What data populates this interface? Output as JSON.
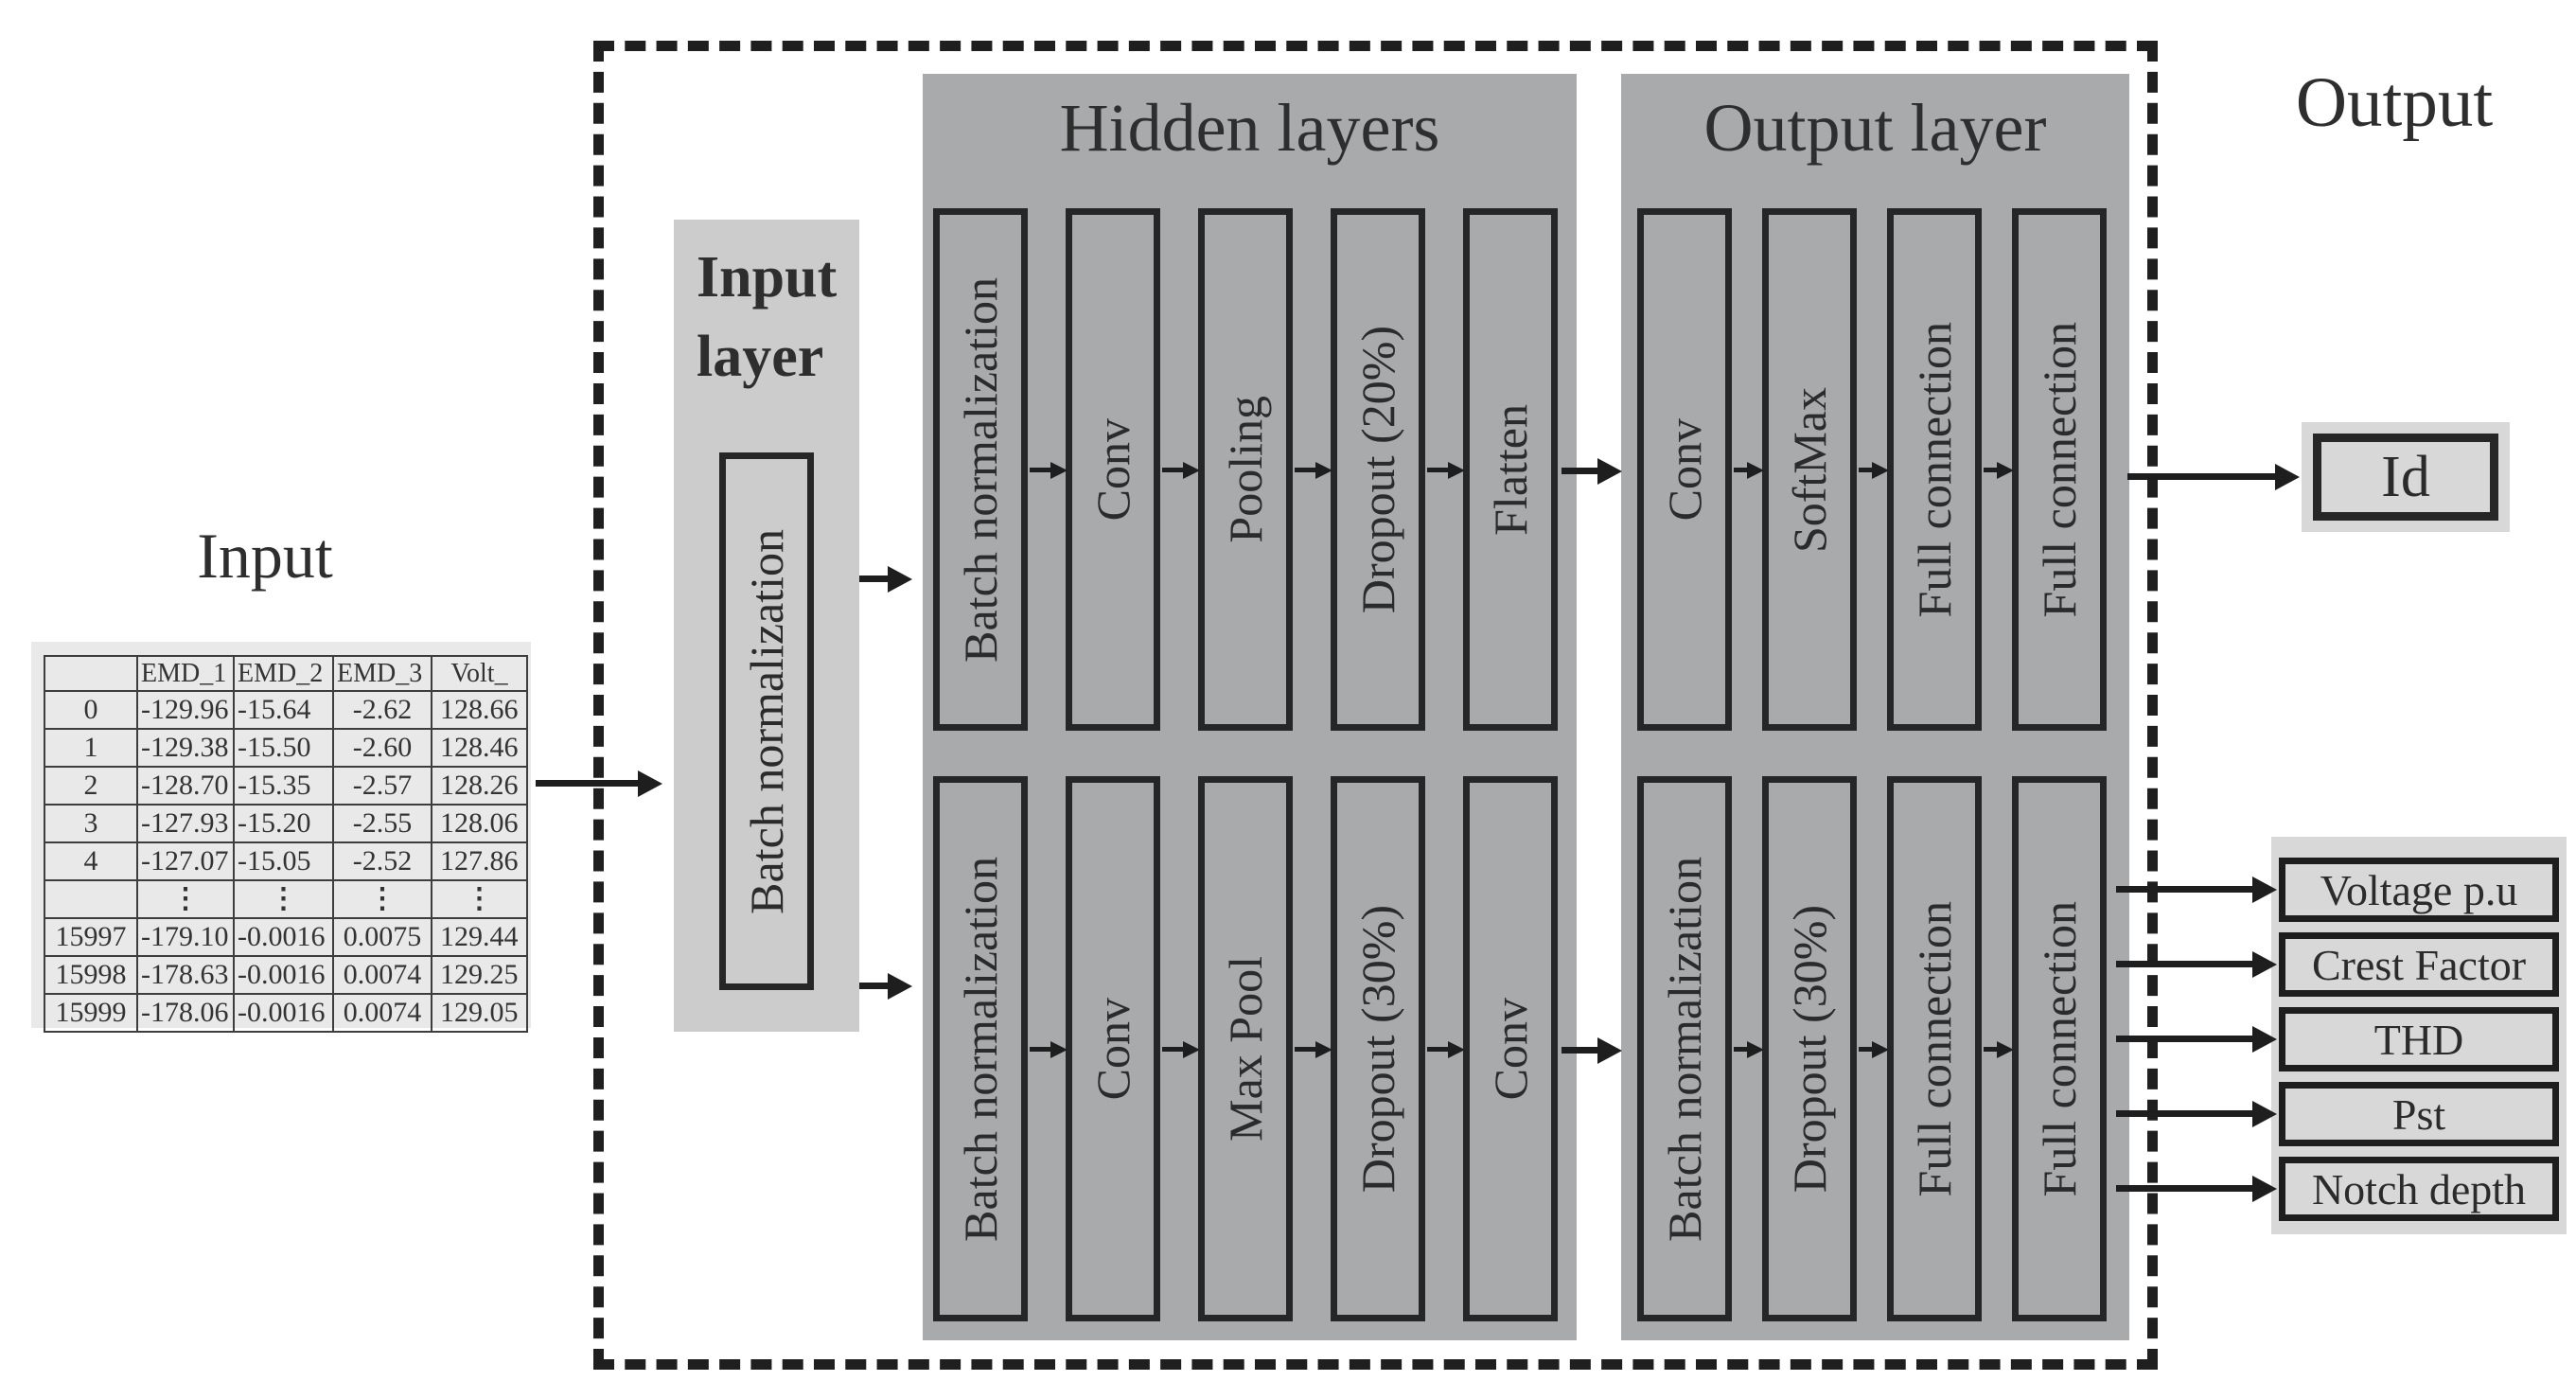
{
  "diagram": {
    "input_label": "Input",
    "output_label": "Output",
    "input_layer": {
      "title_line1": "Input",
      "title_line2": "layer",
      "box": "Batch normalization"
    },
    "hidden_layers": {
      "title": "Hidden layers",
      "top_row": [
        "Batch normalization",
        "Conv",
        "Pooling",
        "Dropout (20%)",
        "Flatten"
      ],
      "bottom_row": [
        "Batch normalization",
        "Conv",
        "Max Pool",
        "Dropout (30%)",
        "Conv"
      ]
    },
    "output_layer": {
      "title": "Output layer",
      "top_row": [
        "Conv",
        "SoftMax",
        "Full connection",
        "Full connection"
      ],
      "bottom_row": [
        "Batch normalization",
        "Dropout (30%)",
        "Full connection",
        "Full connection"
      ]
    },
    "outputs": {
      "id_label": "Id",
      "regression_outputs": [
        "Voltage p.u",
        "Crest Factor",
        "THD",
        "Pst",
        "Notch depth"
      ]
    }
  },
  "input_table": {
    "header": [
      "",
      "EMD_1",
      "EMD_2",
      "EMD_3",
      "Volt_"
    ],
    "rows": [
      [
        "0",
        "-129.96",
        "-15.64",
        "-2.62",
        "128.66"
      ],
      [
        "1",
        "-129.38",
        "-15.50",
        "-2.60",
        "128.46"
      ],
      [
        "2",
        "-128.70",
        "-15.35",
        "-2.57",
        "128.26"
      ],
      [
        "3",
        "-127.93",
        "-15.20",
        "-2.55",
        "128.06"
      ],
      [
        "4",
        "-127.07",
        "-15.05",
        "-2.52",
        "127.86"
      ],
      [
        "",
        "⋮",
        "⋮",
        "⋮",
        "⋮"
      ],
      [
        "15997",
        "-179.10",
        "-0.0016",
        "0.0075",
        "129.44"
      ],
      [
        "15998",
        "-178.63",
        "-0.0016",
        "0.0074",
        "129.25"
      ],
      [
        "15999",
        "-178.06",
        "-0.0016",
        "0.0074",
        "129.05"
      ]
    ]
  },
  "colors": {
    "stage_panel_gray": "#a9aaac",
    "input_panel_gray": "#cccccc",
    "table_panel_gray": "#e9e9e9",
    "output_widget_gray": "#d8d8d8",
    "line_dark": "#1e1e1e",
    "text_dark": "#2b2b2b"
  }
}
